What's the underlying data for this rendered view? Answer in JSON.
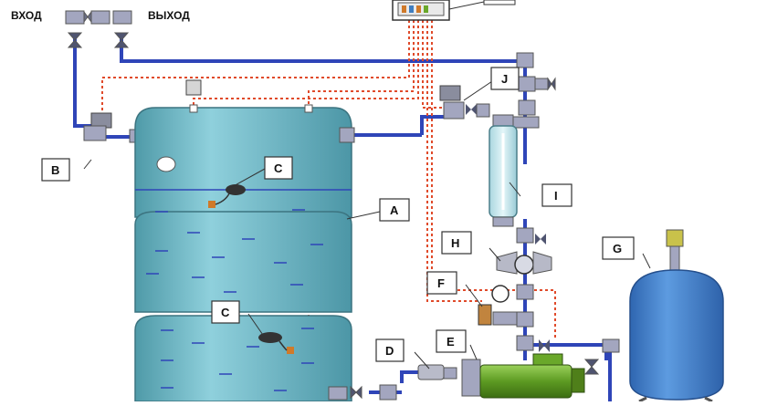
{
  "inlet_label": "ВХОД",
  "outlet_label": "ВЫХОД",
  "labels": {
    "A": "A",
    "B": "B",
    "C_upper": "C",
    "C_lower": "C",
    "D": "D",
    "E": "E",
    "F": "F",
    "G": "G",
    "H": "H",
    "I": "I",
    "J": "J"
  },
  "colors": {
    "pipe": "#2f45b8",
    "wire": "#e04a2a",
    "tank": "#6fb7c4",
    "pressure_vessel": "#3f7fc8",
    "pump_motor": "#6aa82a",
    "fitting": "#a3a6bf"
  }
}
